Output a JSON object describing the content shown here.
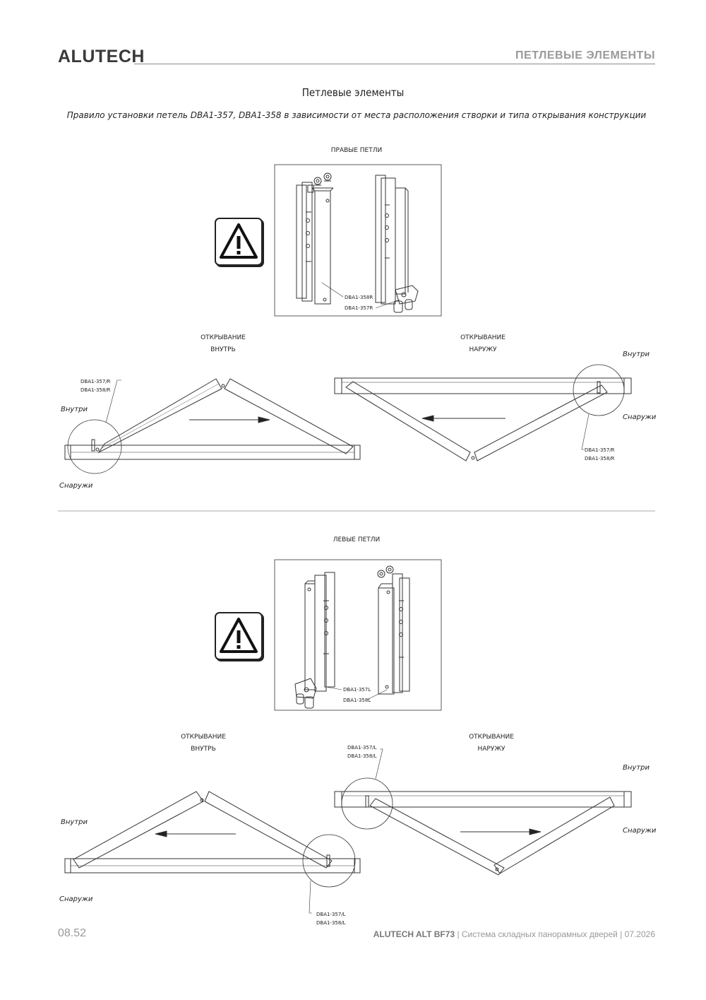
{
  "header": {
    "brand": "ALUTECH",
    "section": "ПЕТЛЕВЫЕ ЭЛЕМЕНТЫ"
  },
  "title": "Петлевые элементы",
  "subtitle": "Правило установки петель DBA1-357, DBA1-358 в зависимости от места расположения створки и типа открывания конструкции",
  "right_hinges": {
    "heading": "ПРАВЫЕ ПЕТЛИ",
    "part_a": "DBA1-358R",
    "part_b": "DBA1-357R",
    "inward": {
      "line1": "ОТКРЫВАНИЕ",
      "line2": "ВНУТРЬ",
      "code1": "DBA1-357/R",
      "code2": "DBA1-358/R",
      "inside": "Внутри",
      "outside": "Снаружи"
    },
    "outward": {
      "line1": "ОТКРЫВАНИЕ",
      "line2": "НАРУЖУ",
      "code1": "DBA1-357/R",
      "code2": "DBA1-358/R",
      "inside": "Внутри",
      "outside": "Снаружи"
    }
  },
  "left_hinges": {
    "heading": "ЛЕВЫЕ ПЕТЛИ",
    "part_a": "DBA1-357L",
    "part_b": "DBA1-358L",
    "inward": {
      "line1": "ОТКРЫВАНИЕ",
      "line2": "ВНУТРЬ",
      "code1": "DBA1-357/L",
      "code2": "DBA1-358/L",
      "inside": "Внутри",
      "outside": "Снаружи"
    },
    "outward": {
      "line1": "ОТКРЫВАНИЕ",
      "line2": "НАРУЖУ",
      "code1": "DBA1-357/L",
      "code2": "DBA1-358/L",
      "inside": "Внутри",
      "outside": "Снаружи"
    }
  },
  "footer": {
    "page": "08.52",
    "product": "ALUTECH ALT BF73",
    "rest": " | Система складных панорамных дверей | 07.2026"
  }
}
